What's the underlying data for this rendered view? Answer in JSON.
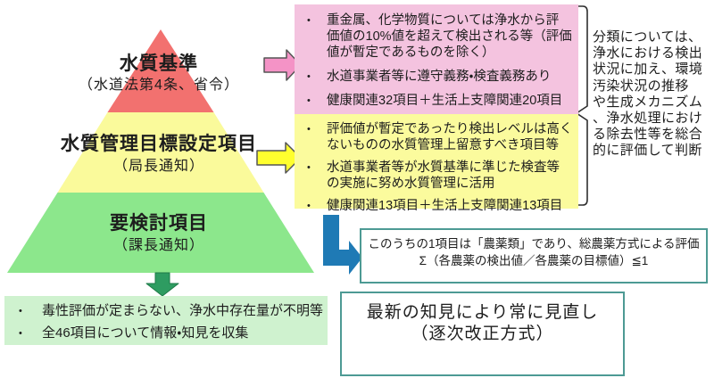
{
  "colors": {
    "level_standard": "#F2716F",
    "level_management": "#FAFA9B",
    "level_review": "#8CE78C",
    "pink_box_bg": "#F4C3DF",
    "yellow_box_bg": "#FBFB9D",
    "green_box_bg": "#CFF2CF",
    "pink_arrow": "#F493C6",
    "yellow_arrow": "#FFFF2E",
    "green_arrow": "#2E9C61",
    "blue_arrow": "#1F7AB5",
    "arrow_outline": "#555555",
    "green_arrow_outline": "#1E7A47",
    "outline_box_border": "#4D9A94",
    "bracket": "#2E2E2E"
  },
  "pyramid": {
    "levels": [
      {
        "title": "水質基準",
        "subtitle": "（水道法第4条、省令）"
      },
      {
        "title": "水質管理目標設定項目",
        "subtitle": "（局長通知）"
      },
      {
        "title": "要検討項目",
        "subtitle": "（課長通知）"
      }
    ]
  },
  "standards_box": {
    "bullets": [
      "重金属、化学物質については浄水から評\n価値の10%値を超えて検出される等（評価\n値が暫定であるものを除く）",
      "水道事業者等に遵守義務・検査義務あり",
      "健康関連32項目＋生活上支障関連20項目"
    ]
  },
  "management_box": {
    "bullets": [
      "評価値が暫定であったり検出レベルは高く\nないものの水質管理上留意すべき項目等",
      "水道事業者等が水質基準に準じた検査等\nの実施に努め水質管理に活用",
      "健康関連13項目＋生活上支障関連13項目"
    ]
  },
  "review_box": {
    "bullets": [
      "毒性評価が定まらない、浄水中存在量が不明等",
      "全46項目について情報・知見を収集"
    ]
  },
  "classification_note": {
    "text": "分類については、\n浄水における検出\n状況に加え、環境\n汚染状況の推移\nや生成メカニズム\n、浄水処理におけ\nる除去性等を総合\n的に評価して判断"
  },
  "pesticide_box": {
    "line1": "このうちの1項目は「農薬類」であり、総農薬方式による評価",
    "line2": "Σ（各農薬の検出値／各農薬の目標値）≦1"
  },
  "revision_box": {
    "line1": "最新の知見により常に見直し",
    "line2": "（逐次改正方式）"
  }
}
